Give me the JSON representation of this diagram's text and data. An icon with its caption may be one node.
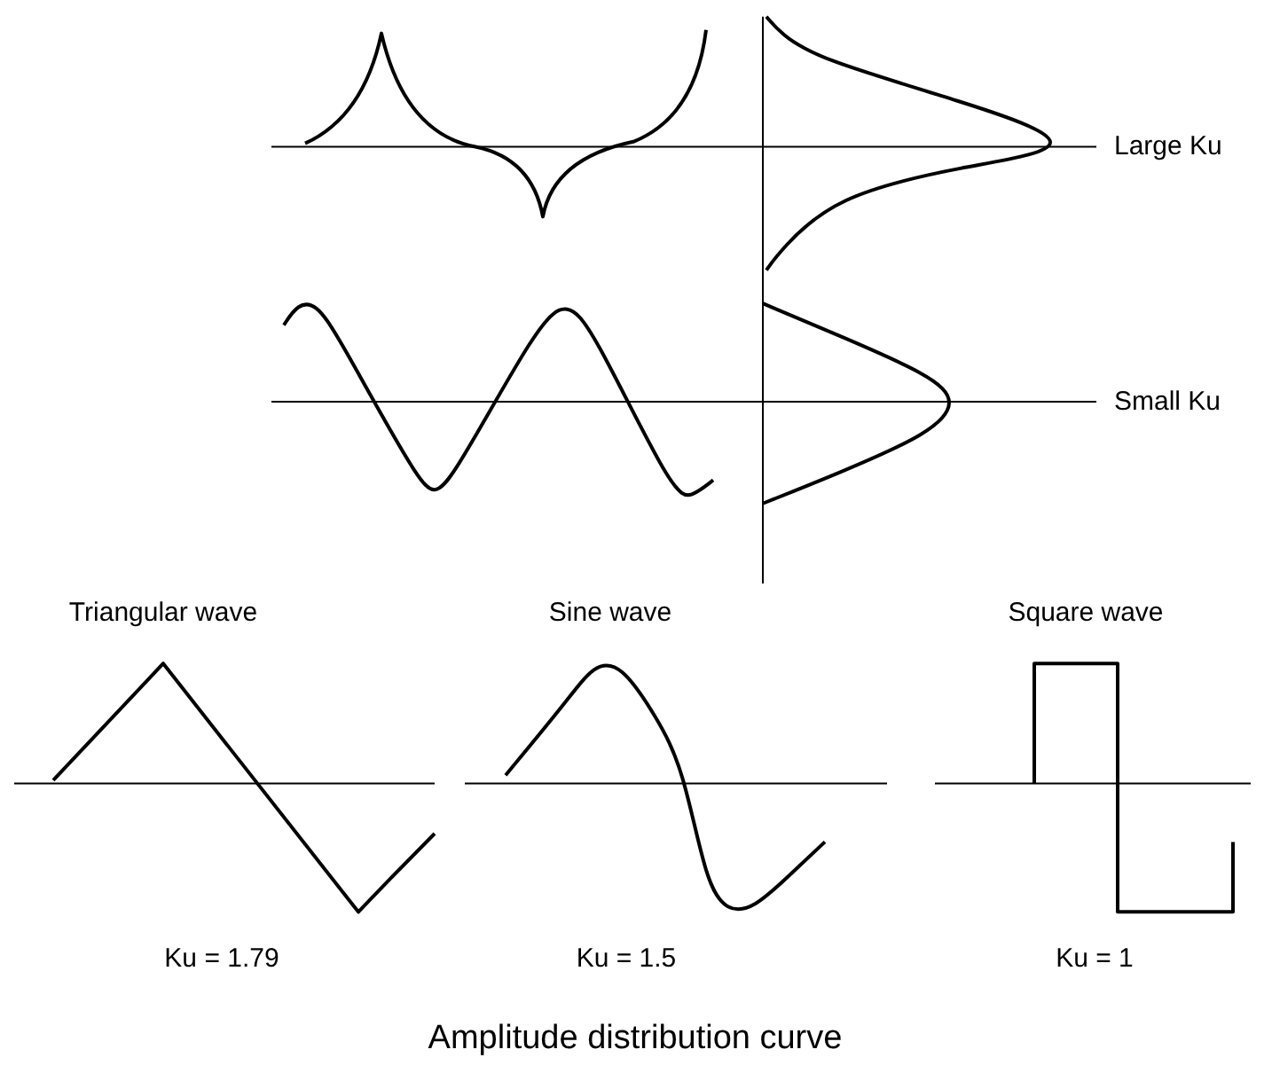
{
  "diagram": {
    "caption": "Amplitude distribution curve",
    "labels": [
      "Large Ku",
      "Small Ku",
      "Triangular wave",
      "Sine wave",
      "Square wave",
      "Ku = 1.79",
      "Ku = 1.5",
      "Ku = 1"
    ]
  }
}
